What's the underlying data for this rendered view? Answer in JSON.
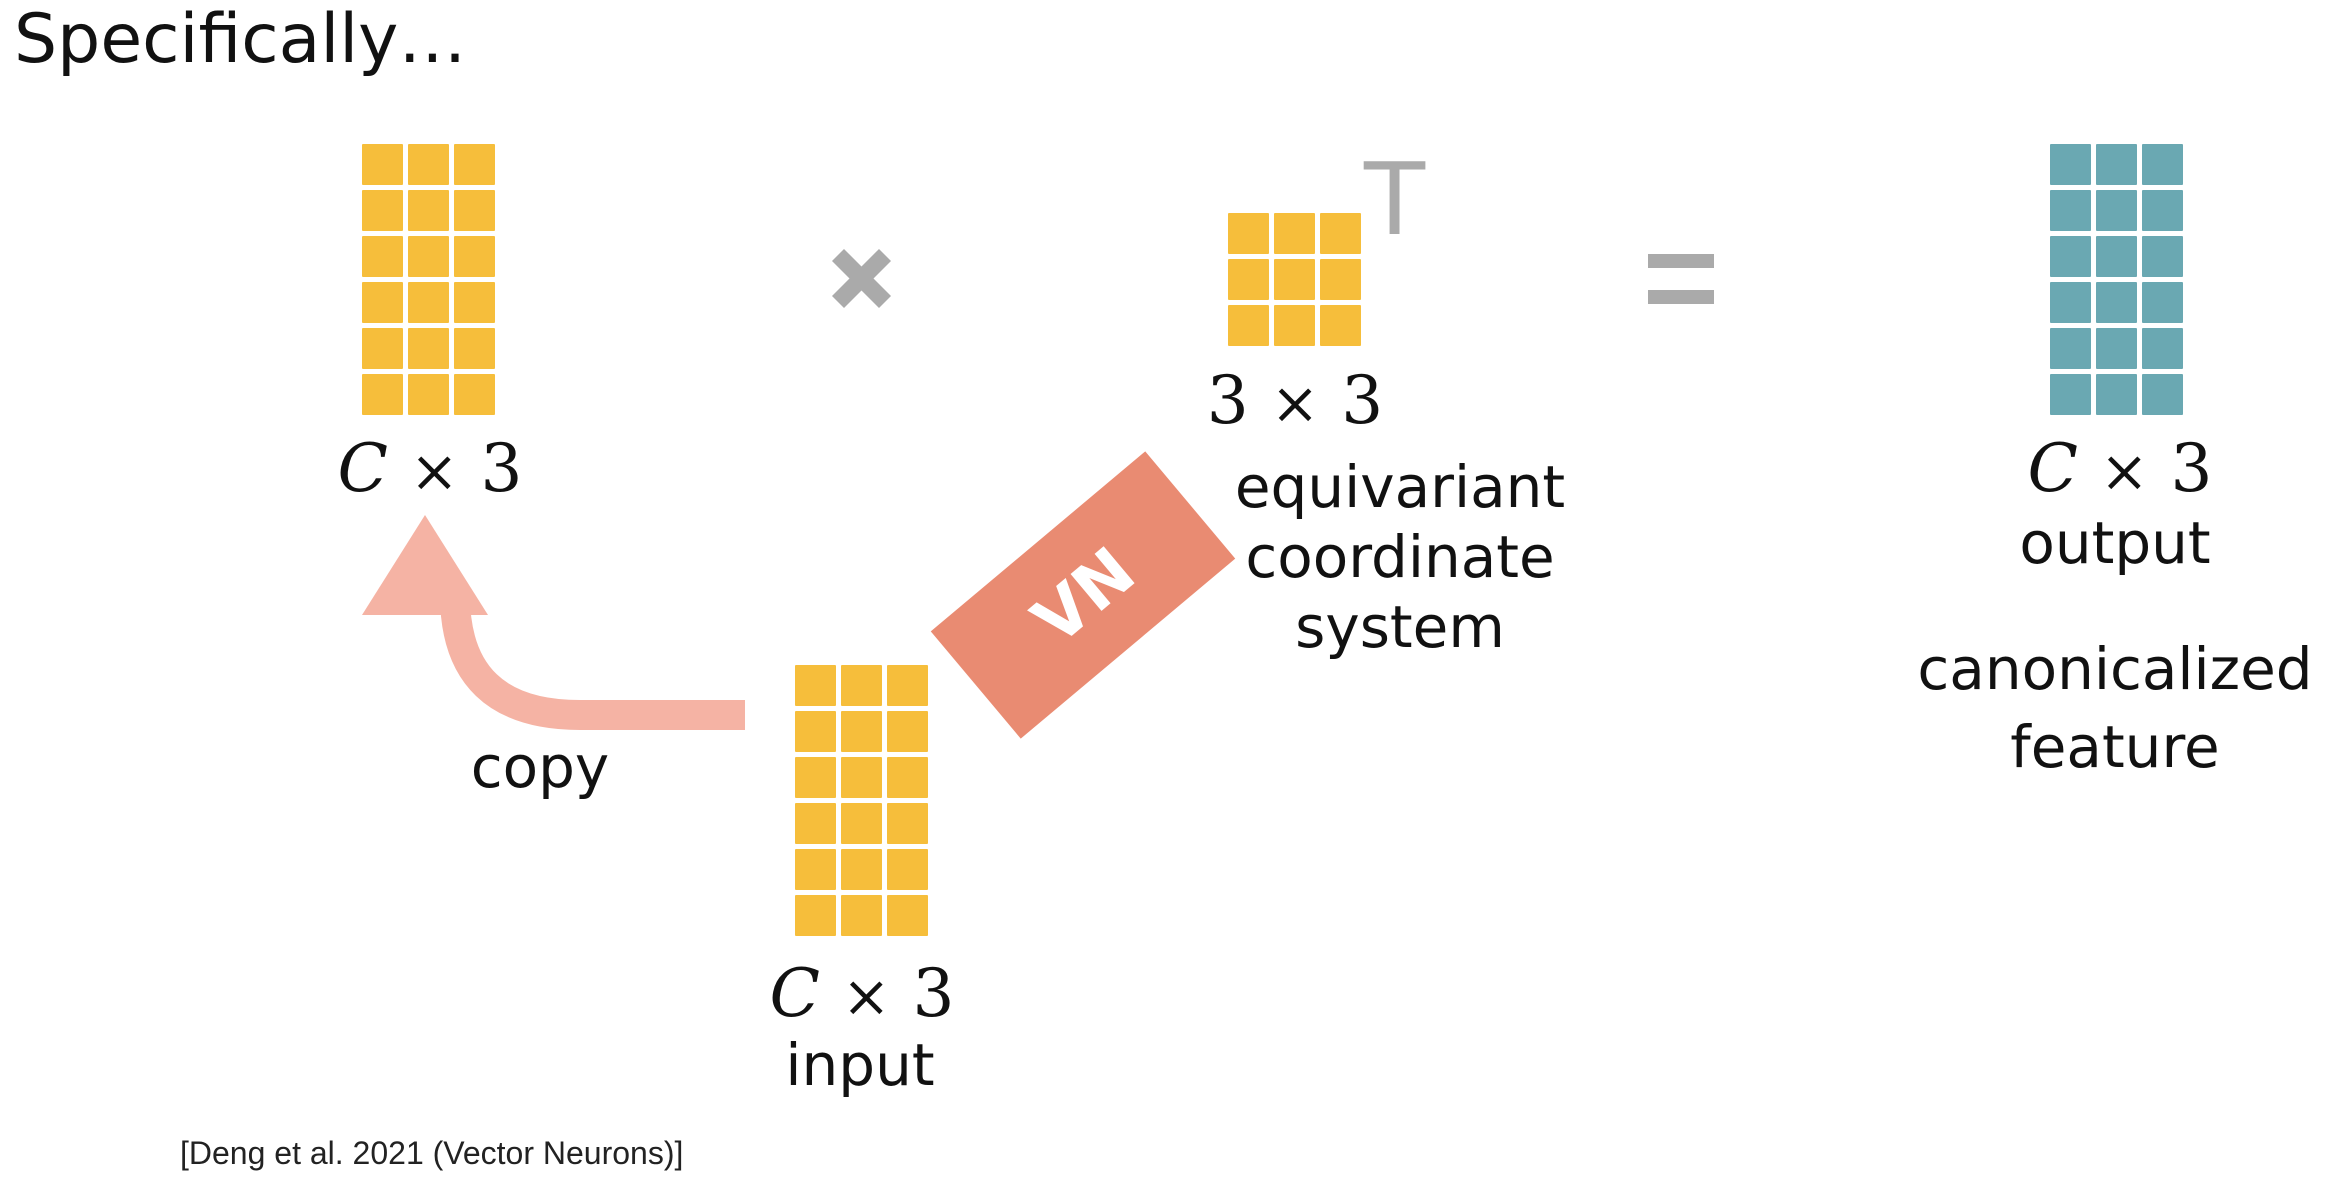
{
  "title": "Specifically…",
  "colors": {
    "feature_cell": "#f6be3b",
    "output_cell": "#6aa8b2",
    "operator": "#aaaaaa",
    "arrow": "#f5b3a4",
    "vn_box": "#e98b72"
  },
  "matrices": {
    "top_left": {
      "rows": 6,
      "cols": 3,
      "label_var": "C",
      "label_op": "×",
      "label_num": "3"
    },
    "rotation": {
      "rows": 3,
      "cols": 3,
      "label_var": "3",
      "label_op": "×",
      "label_num": "3",
      "superscript": "T"
    },
    "input": {
      "rows": 6,
      "cols": 3,
      "label_var": "C",
      "label_op": "×",
      "label_num": "3",
      "caption": "input"
    },
    "output": {
      "rows": 6,
      "cols": 3,
      "label_var": "C",
      "label_op": "×",
      "label_num": "3",
      "caption": "output"
    }
  },
  "operators": {
    "multiply_icon": "multiply-icon",
    "equals_icon": "equals-icon"
  },
  "vn_block": {
    "text": "VN"
  },
  "rotation_caption": [
    "equivariant",
    "coordinate",
    "system"
  ],
  "copy_label": "copy",
  "output_note": [
    "canonicalized",
    "feature"
  ],
  "citation": "[Deng et al. 2021 (Vector Neurons)]"
}
